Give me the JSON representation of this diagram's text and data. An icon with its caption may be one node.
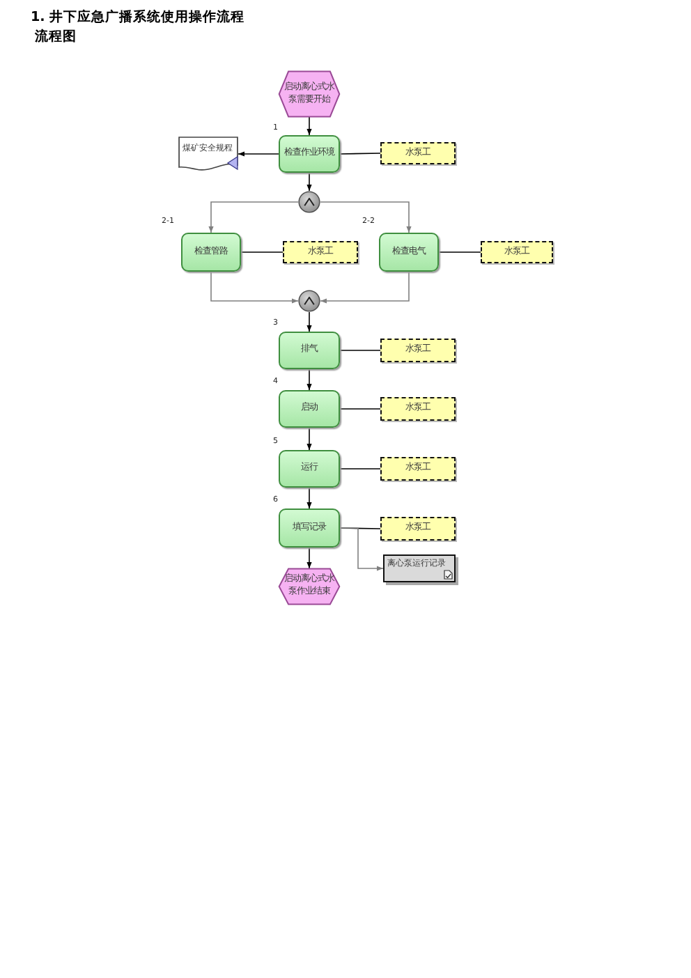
{
  "diagram": {
    "title": "1. 井下应急广播系统使用操作流程",
    "nodes": [
      {
        "text": [
          "启动离心式水泵需要开始"
        ]
      },
      {
        "text": [
          "煤矿安全规程"
        ]
      },
      {
        "text": [
          "检查作业环境"
        ],
        "beside": [
          "1"
        ]
      },
      {
        "text": [
          "水泵工"
        ]
      },
      {
        "text": [],
        "shape": "circle"
      },
      {
        "text": [
          "检查管路"
        ],
        "beside": [
          "2-1"
        ]
      },
      {
        "text": [
          "水泵工"
        ]
      },
      {
        "text": [
          "检查电气"
        ],
        "beside": [
          "2-2"
        ]
      },
      {
        "text": [
          "水泵工"
        ]
      },
      {
        "text": [],
        "shape": "circle"
      },
      {
        "text": [
          "排气"
        ],
        "beside": [
          "3"
        ]
      },
      {
        "text": [
          "水泵工"
        ]
      },
      {
        "text": [
          "启动"
        ],
        "beside": [
          "4"
        ]
      },
      {
        "text": [
          "水泵工"
        ]
      },
      {
        "text": [
          "运行"
        ],
        "beside": [
          "5"
        ]
      },
      {
        "text": [
          "水泵工"
        ]
      },
      {
        "text": [
          "填写记录"
        ],
        "beside": [
          "6"
        ]
      },
      {
        "text": [
          "水泵工"
        ]
      },
      {
        "text": [
          "离心泵运行记录"
        ]
      },
      {
        "text": [
          "启动离心式水泵作业结束"
        ]
      }
    ],
    "edges": [
      {
        "from": 0,
        "to": 2,
        "arrow": "to"
      },
      {
        "from": 2,
        "to": 1,
        "arrow": "to"
      },
      {
        "from": 2,
        "to": 3,
        "arrow": "none"
      },
      {
        "from": 2,
        "to": 4,
        "arrow": "to"
      },
      {
        "from": 4,
        "to": 5,
        "arrow": "to",
        "color": "#808080"
      },
      {
        "from": 4,
        "to": 7,
        "arrow": "to",
        "color": "#808080"
      },
      {
        "from": 5,
        "to": 6,
        "arrow": "none"
      },
      {
        "from": 7,
        "to": 8,
        "arrow": "none"
      },
      {
        "from": 5,
        "to": 9,
        "arrow": "to",
        "color": "#808080"
      },
      {
        "from": 7,
        "to": 9,
        "arrow": "to",
        "color": "#808080"
      },
      {
        "from": 9,
        "to": 10,
        "arrow": "to"
      },
      {
        "from": 10,
        "to": 11,
        "arrow": "none"
      },
      {
        "from": 10,
        "to": 12,
        "arrow": "to"
      },
      {
        "from": 12,
        "to": 13,
        "arrow": "none"
      },
      {
        "from": 12,
        "to": 14,
        "arrow": "to"
      },
      {
        "from": 14,
        "to": 15,
        "arrow": "none"
      },
      {
        "from": 14,
        "to": 16,
        "arrow": "to"
      },
      {
        "from": 16,
        "to": 17,
        "arrow": "none"
      },
      {
        "from": 16,
        "to": 18,
        "arrow": "to",
        "color": "#808080"
      },
      {
        "from": 16,
        "to": 19,
        "arrow": "to"
      }
    ],
    "labels": [
      "流程图"
    ]
  }
}
